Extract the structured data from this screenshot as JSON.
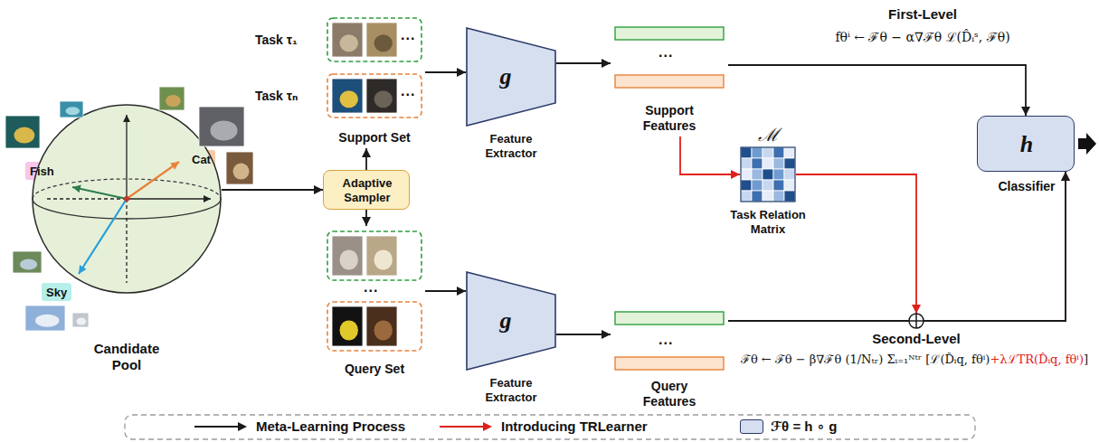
{
  "diagram": {
    "nodes": [
      {
        "text": [
          "Candidate Pool"
        ]
      },
      {
        "text": [
          "Fish"
        ],
        "in": 0
      },
      {
        "text": [
          "Cat"
        ],
        "in": 0
      },
      {
        "text": [
          "Sky"
        ],
        "in": 0
      },
      {
        "text": [
          "Support Set"
        ]
      },
      {
        "text": [
          "Adaptive Sampler"
        ]
      },
      {
        "text": [
          "Query Set"
        ]
      },
      {
        "text": [
          "g",
          "Feature Extractor"
        ]
      },
      {
        "text": [
          "g",
          "Feature Extractor"
        ]
      },
      {
        "text": [
          "Support Features"
        ]
      },
      {
        "text": [
          "Query Features"
        ]
      },
      {
        "text": [
          "ℳ",
          "Task Relation Matrix"
        ]
      },
      {
        "text": [
          "h",
          "Classifier"
        ]
      }
    ],
    "edges": [
      {
        "from": 0,
        "to": 5,
        "arrow": "to"
      },
      {
        "from": 5,
        "to": 4,
        "arrow": "to"
      },
      {
        "from": 5,
        "to": 6,
        "arrow": "to"
      },
      {
        "from": 4,
        "to": 7,
        "arrow": "to"
      },
      {
        "from": 6,
        "to": 8,
        "arrow": "to"
      },
      {
        "from": 7,
        "to": 9,
        "arrow": "to"
      },
      {
        "from": 8,
        "to": 10,
        "arrow": "to"
      },
      {
        "from": 9,
        "to": 12,
        "arrow": "to"
      },
      {
        "from": 9,
        "to": 11,
        "arrow": "to"
      },
      {
        "from": 11,
        "to": 12,
        "arrow": "to"
      },
      {
        "from": 10,
        "to": 12,
        "arrow": "to"
      }
    ],
    "labels": [
      "Task τ₁",
      "Task τₙ",
      "...",
      "...",
      "...",
      "...",
      "...",
      "First-Level",
      "fθⁱ ← ℱθ − α∇ℱθ ℒ(D̂ᵢˢ, ℱθ)",
      "Second-Level",
      "ℱθ ← ℱθ − β∇ℱθ (1/Nₜᵣ) Σᵢ₌₁ᴺᵗʳ [ℒ(D̂ᵢq, fθⁱ)",
      "+λℒTR(D̂ᵢq, fθⁱ)",
      "]"
    ],
    "legend": [
      {
        "text": "Meta-Learning Process"
      },
      {
        "text": "Introducing TRLearner"
      },
      {
        "text": "ℱθ = h ∘ g",
        "color": "#d6dff0"
      }
    ]
  }
}
